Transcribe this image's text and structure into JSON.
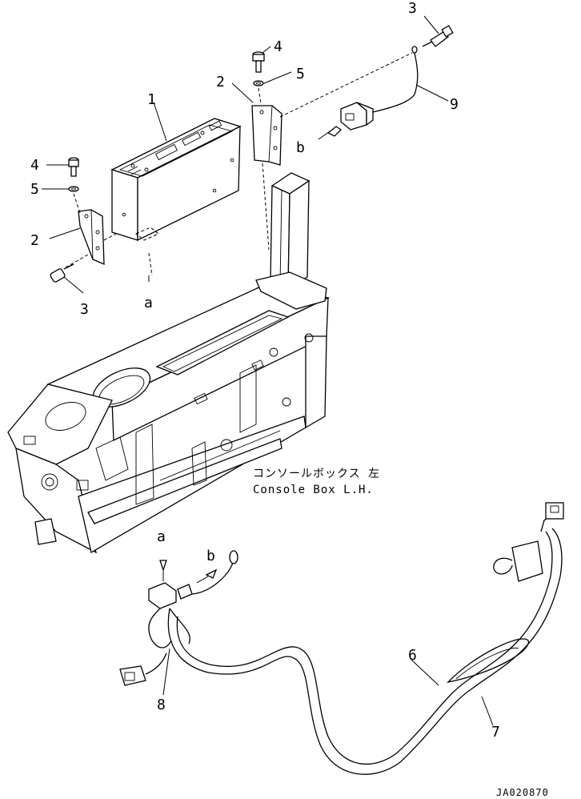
{
  "diagram": {
    "part_labels": {
      "p1": "1",
      "p2a": "2",
      "p2b": "2",
      "p3a": "3",
      "p3b": "3",
      "p4a": "4",
      "p4b": "4",
      "p5a": "5",
      "p5b": "5",
      "p6": "6",
      "p7": "7",
      "p8": "8",
      "p9": "9"
    },
    "ref_labels": {
      "a_top": "a",
      "a_bottom": "a",
      "b_top": "b",
      "b_bottom": "b"
    },
    "caption": {
      "jp": "コンソールボックス 左",
      "en": "Console Box L.H."
    },
    "drawing_id": "JA020870"
  }
}
